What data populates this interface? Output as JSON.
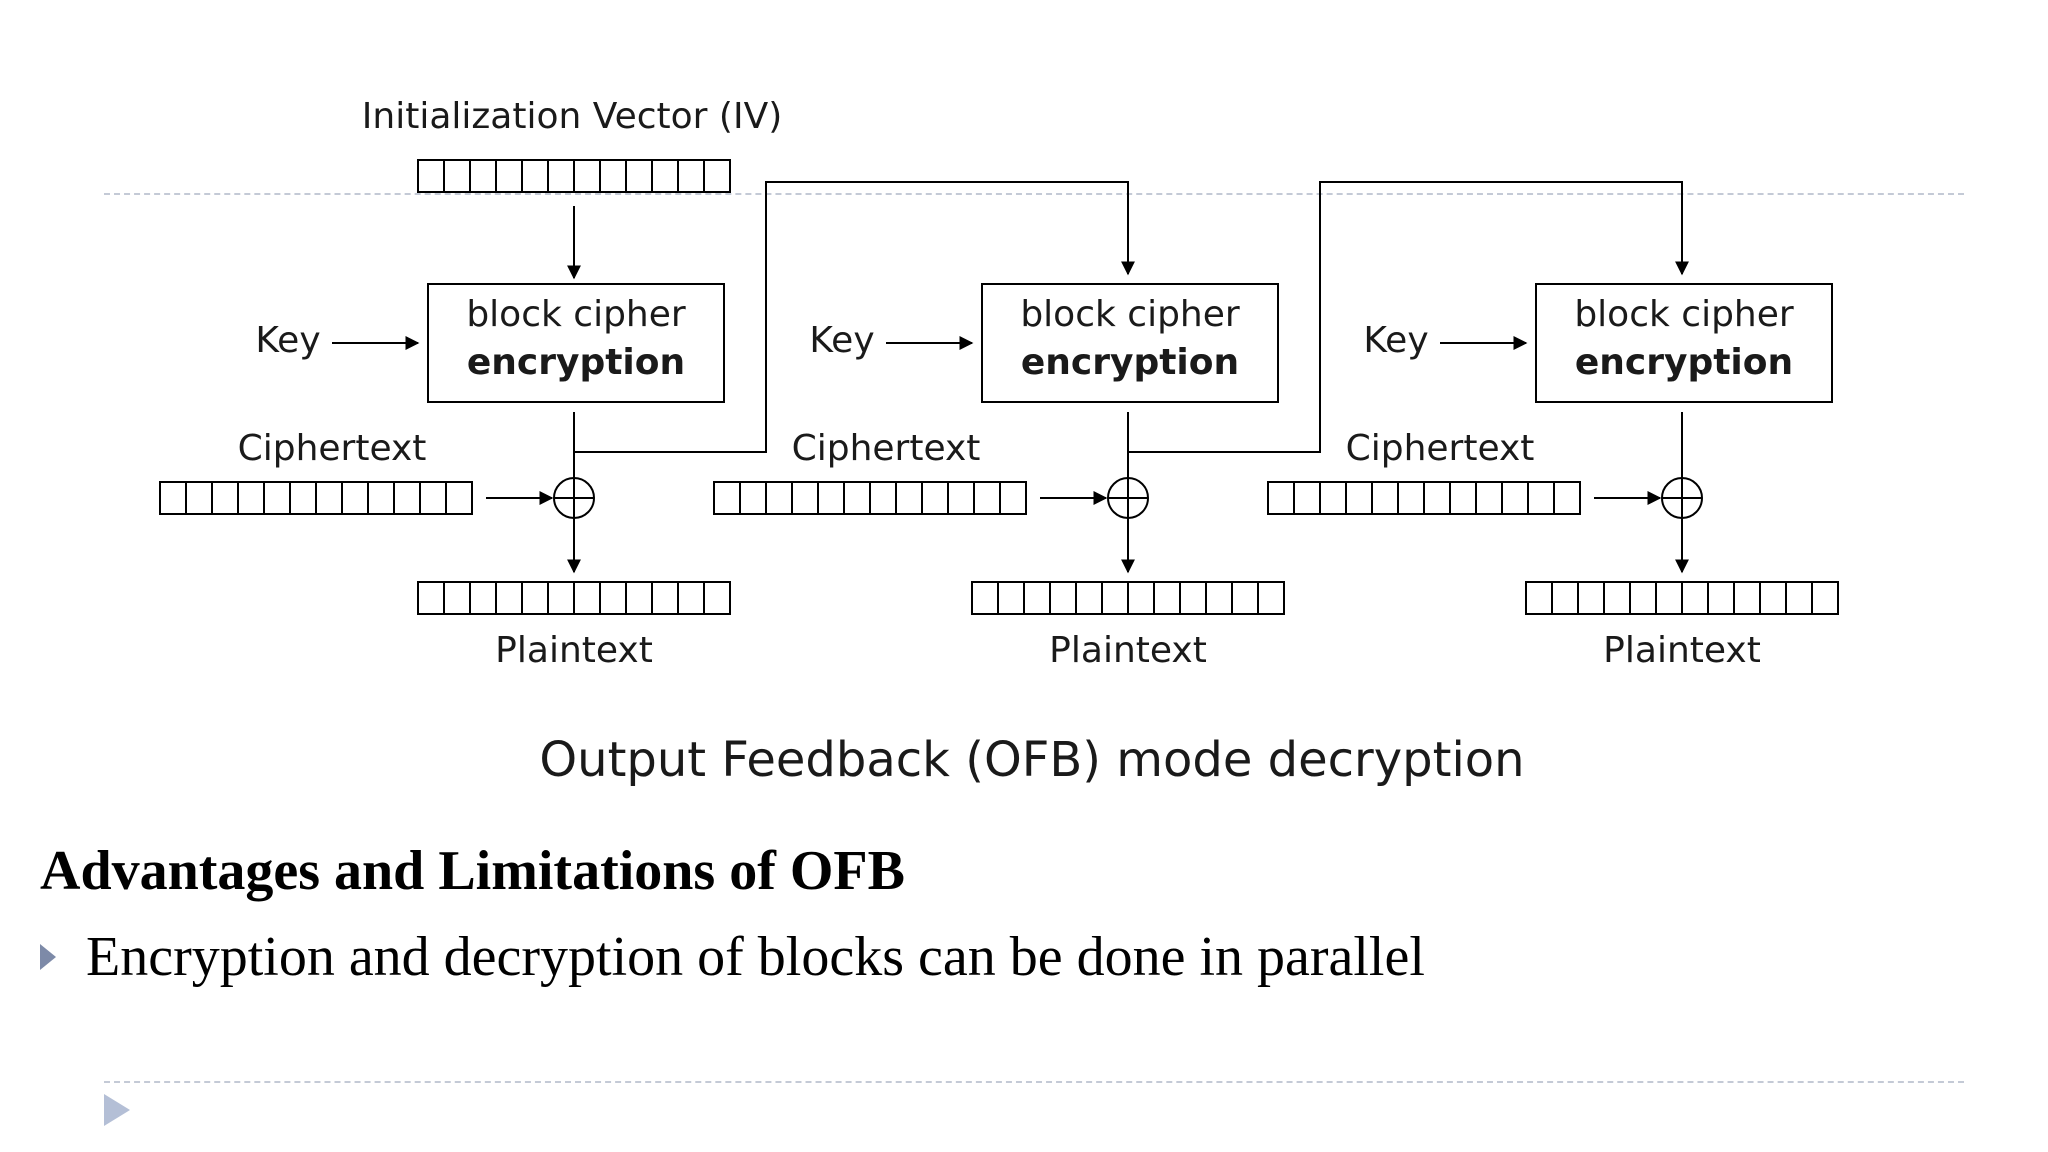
{
  "diagram": {
    "iv_label": "Initialization Vector (IV)",
    "caption": "Output Feedback (OFB) mode decryption",
    "blocks": [
      {
        "key_label": "Key",
        "cipher_line1": "block cipher",
        "cipher_line2": "encryption",
        "ciphertext_label": "Ciphertext",
        "plaintext_label": "Plaintext"
      },
      {
        "key_label": "Key",
        "cipher_line1": "block cipher",
        "cipher_line2": "encryption",
        "ciphertext_label": "Ciphertext",
        "plaintext_label": "Plaintext"
      },
      {
        "key_label": "Key",
        "cipher_line1": "block cipher",
        "cipher_line2": "encryption",
        "ciphertext_label": "Ciphertext",
        "plaintext_label": "Plaintext"
      }
    ],
    "icons": {
      "xor": "xor-circle-plus-icon",
      "arrow": "arrow-head-icon"
    }
  },
  "slide": {
    "heading": "Advantages and Limitations of OFB",
    "bullets": [
      "Encryption and decryption of blocks can be done in parallel"
    ],
    "icons": {
      "bullet": "triangle-bullet-icon",
      "footer": "play-triangle-icon"
    },
    "colors": {
      "bullet": "#7d8aa8",
      "footer_arrow": "#b4bfd6",
      "divider": "#c4cad6"
    }
  }
}
